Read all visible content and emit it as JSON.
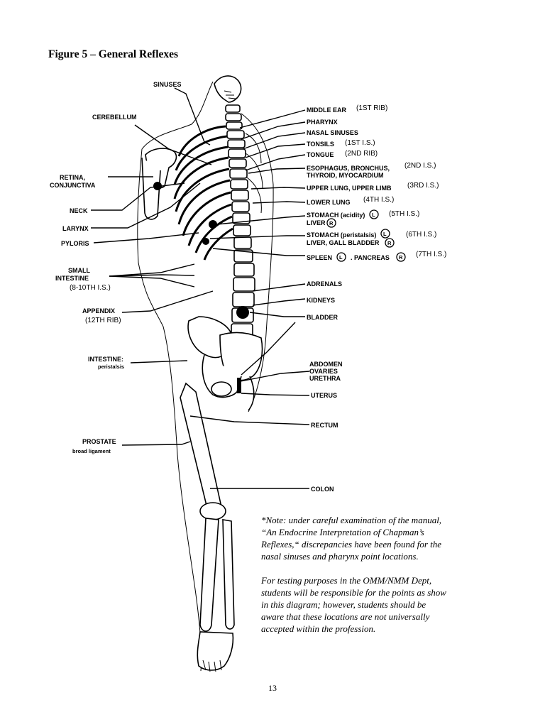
{
  "figure_title": "Figure 5 – General Reflexes",
  "left_labels": {
    "sinuses": "SINUSES",
    "cerebellum": "CEREBELLUM",
    "retina_1": "RETINA,",
    "retina_2": "CONJUNCTIVA",
    "neck": "NECK",
    "larynx": "LARYNX",
    "pyloris": "PYLORIS",
    "small_intestine_1": "SMALL",
    "small_intestine_2": "INTESTINE",
    "small_intestine_loc": "(8-10TH I.S.)",
    "appendix": "APPENDIX",
    "appendix_loc": "(12TH RIB)",
    "intestine": "INTESTINE:",
    "intestine_sub": "peristalsis",
    "prostate": "PROSTATE",
    "prostate_sub": "broad ligament"
  },
  "right_labels": {
    "middle_ear": "MIDDLE EAR",
    "middle_ear_loc": "(1ST RIB)",
    "pharynx": "PHARYNX",
    "nasal_sinuses": "NASAL SINUSES",
    "tonsils": "TONSILS",
    "tonsils_loc": "(1ST I.S.)",
    "tongue": "TONGUE",
    "tongue_loc": "(2ND RIB)",
    "esophagus": "ESOPHAGUS, BRONCHUS,",
    "thyroid": "THYROID, MYOCARDIUM",
    "esophagus_loc": "(2ND I.S.)",
    "upper_lung": "UPPER LUNG, UPPER LIMB",
    "upper_lung_loc": "(3RD I.S.)",
    "lower_lung": "LOWER LUNG",
    "lower_lung_loc": "(4TH I.S.)",
    "stomach_acidity": "STOMACH (acidity)",
    "liver": "LIVER",
    "stomach_acidity_loc": "(5TH I.S.)",
    "stomach_peristalsis": "STOMACH (peristalsis)",
    "liver_gall": "LIVER, GALL BLADDER",
    "stomach_peristalsis_loc": "(6TH I.S.)",
    "spleen": "SPLEEN",
    "pancreas": ". PANCREAS",
    "spleen_loc": "(7TH I.S.)",
    "adrenals": "ADRENALS",
    "kidneys": "KIDNEYS",
    "bladder": "BLADDER",
    "abdomen": "ABDOMEN",
    "ovaries": "OVARIES",
    "urethra": "URETHRA",
    "uterus": "UTERUS",
    "rectum": "RECTUM",
    "colon": "COLON"
  },
  "side_marks": {
    "left": "L",
    "right": "R"
  },
  "note": {
    "paragraph_1": "*Note: under careful examination of the manual, “An Endocrine Interpretation of Chapman’s Reflexes,“ discrepancies have been found for the nasal sinuses and pharynx point locations.",
    "paragraph_2": "For testing purposes in the OMM/NMM Dept, students will be responsible for the points as show in this diagram; however, students should be aware that these locations are not universally accepted within the profession."
  },
  "page_number": "13"
}
